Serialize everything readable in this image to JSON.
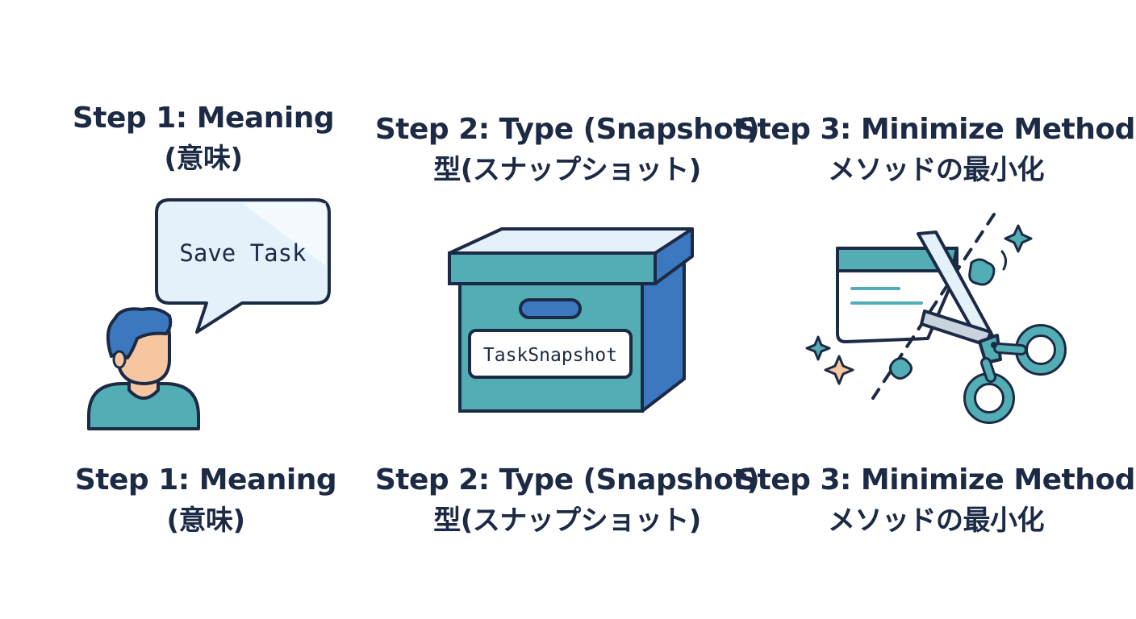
{
  "steps": [
    {
      "heading_en": "Step 1: Meaning",
      "heading_ja": "(意味)",
      "caption_en": "Step 1: Meaning",
      "caption_ja": "(意味)",
      "bubble_text": "Save Task",
      "icons": [
        "person-icon",
        "speech-bubble-icon"
      ]
    },
    {
      "heading_en": "Step 2: Type (Snapshot)",
      "heading_ja": "型(スナップショット)",
      "caption_en": "Step 2: Type (Snapshot)",
      "caption_ja": "型(スナップショット)",
      "label_text": "TaskSnapshot",
      "icons": [
        "storage-box-icon"
      ]
    },
    {
      "heading_en": "Step 3: Minimize Method",
      "heading_ja": "メソッドの最小化",
      "caption_en": "Step 3: Minimize Method",
      "caption_ja": "メソッドの最小化",
      "icons": [
        "scissors-icon",
        "code-window-icon",
        "sparkle-icon"
      ]
    }
  ],
  "colors": {
    "navy": "#1c2a45",
    "teal": "#52aeb4",
    "blue": "#3b78bf",
    "skin": "#f6c6a1",
    "light_blue": "#e4f1fa"
  }
}
